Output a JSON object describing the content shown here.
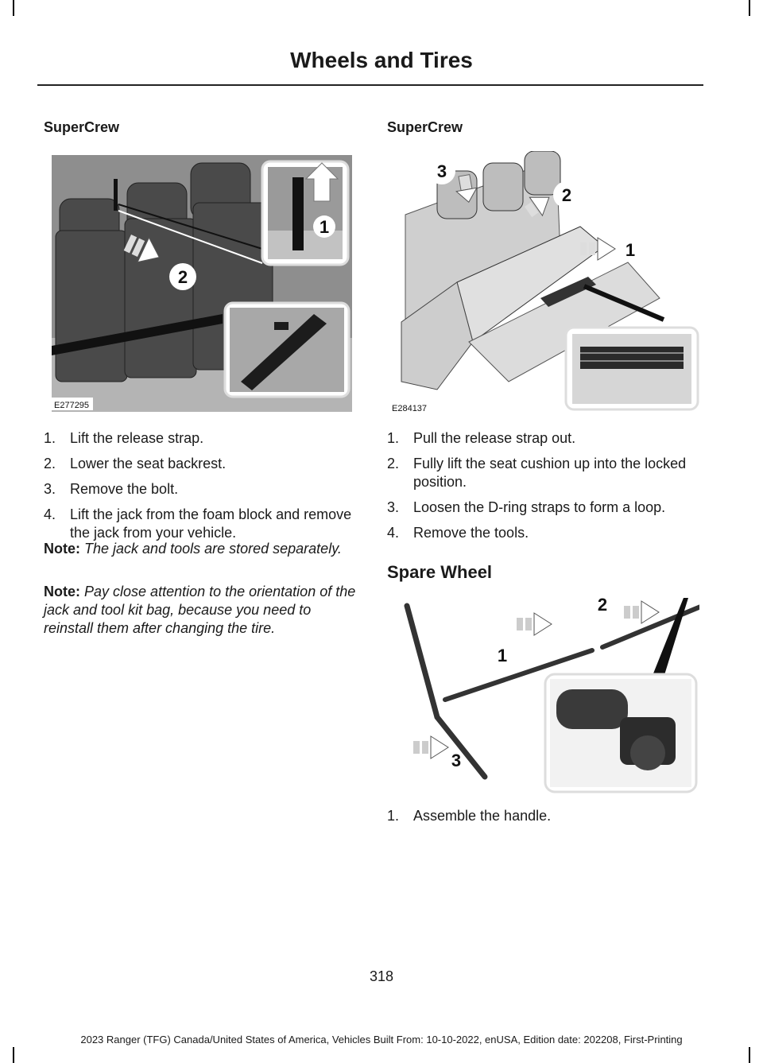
{
  "header": {
    "title": "Wheels and Tires"
  },
  "left": {
    "heading": "SuperCrew",
    "figure": {
      "code": "E277295",
      "callouts": [
        "1",
        "2"
      ]
    },
    "steps": [
      {
        "num": "1.",
        "text": "Lift the release strap."
      },
      {
        "num": "2.",
        "text": "Lower the seat backrest."
      },
      {
        "num": "3.",
        "text": "Remove the bolt."
      },
      {
        "num": "4.",
        "text": "Lift the jack from the foam block and remove the jack from your vehicle."
      }
    ],
    "notes": [
      {
        "label": "Note:",
        "text": "The jack and tools are stored separately."
      },
      {
        "label": "Note:",
        "text": "Pay close attention to the orientation of the jack and tool kit bag, because you need to reinstall them after changing the tire."
      }
    ]
  },
  "right": {
    "heading": "SuperCrew",
    "figure": {
      "code": "E284137",
      "callouts": [
        "3",
        "2",
        "1"
      ]
    },
    "steps": [
      {
        "num": "1.",
        "text": "Pull the release strap out."
      },
      {
        "num": "2.",
        "text": "Fully lift the seat cushion up into the locked position."
      },
      {
        "num": "3.",
        "text": "Loosen the D-ring straps to form a loop."
      },
      {
        "num": "4.",
        "text": "Remove the tools."
      }
    ],
    "section": "Spare Wheel",
    "figure2": {
      "callouts": [
        "2",
        "1",
        "3"
      ]
    },
    "steps2": [
      {
        "num": "1.",
        "text": "Assemble the handle."
      }
    ]
  },
  "footer": {
    "page_number": "318",
    "edition": "2023 Ranger (TFG) Canada/United States of America, Vehicles Built From: 10-10-2022, enUSA, Edition date: 202208, First-Printing"
  }
}
